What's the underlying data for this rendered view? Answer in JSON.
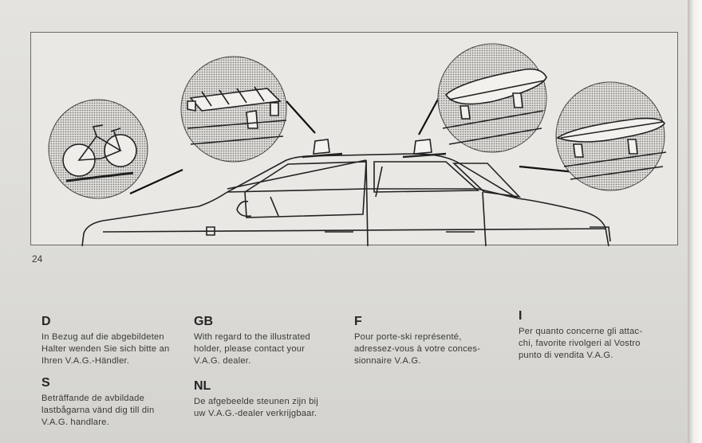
{
  "page_number": "24",
  "sections": [
    {
      "code": "D",
      "text": "In Bezug auf die abgebildeten\nHalter wenden Sie sich bitte an\nIhren V.A.G.-Händler."
    },
    {
      "code": "GB",
      "text": "With regard to the illustrated\nholder, please contact your\nV.A.G. dealer."
    },
    {
      "code": "F",
      "text": "Pour porte-ski représenté,\nadressez-vous à votre conces-\nsionnaire V.A.G."
    },
    {
      "code": "I",
      "text": "Per quanto concerne gli attac-\nchi, favorite rivolgeri al Vostro\npunto di vendita V.A.G."
    },
    {
      "code": "S",
      "text": "Beträffande de avbildade\nlastbågarna vänd dig till din\nV.A.G. handlare."
    },
    {
      "code": "NL",
      "text": "De afgebeelde steunen zijn bij\nuw V.A.G.-dealer verkrijgbaar."
    }
  ],
  "colors": {
    "paper": "#e4e3df",
    "ink": "#2b2a2a",
    "frame": "#6b6a68"
  }
}
